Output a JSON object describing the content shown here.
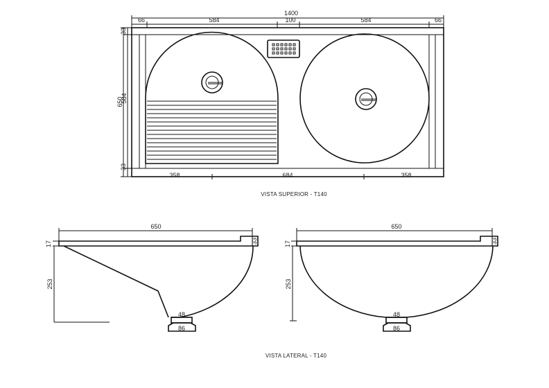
{
  "top_view": {
    "caption": "VISTA SUPERIOR - T140",
    "dims": {
      "total_width": "1400",
      "seg_left_margin": "66",
      "seg_left_bowl": "584",
      "seg_center": "100",
      "seg_right_bowl": "584",
      "seg_right_margin": "66",
      "height_outer": "650",
      "height_inner": "584",
      "edge_top": "33",
      "edge_bottom": "33",
      "bottom_left": "358",
      "bottom_center": "684",
      "bottom_right": "358"
    }
  },
  "side_view": {
    "caption": "VISTA LATERAL - T140",
    "left": {
      "width": "650",
      "depth": "253",
      "rim_left": "17",
      "rim_right": "33",
      "drain_top": "48",
      "drain_bottom": "86"
    },
    "right": {
      "width": "650",
      "depth": "253",
      "rim_left": "17",
      "rim_right": "33",
      "drain_top": "48",
      "drain_bottom": "86"
    }
  }
}
